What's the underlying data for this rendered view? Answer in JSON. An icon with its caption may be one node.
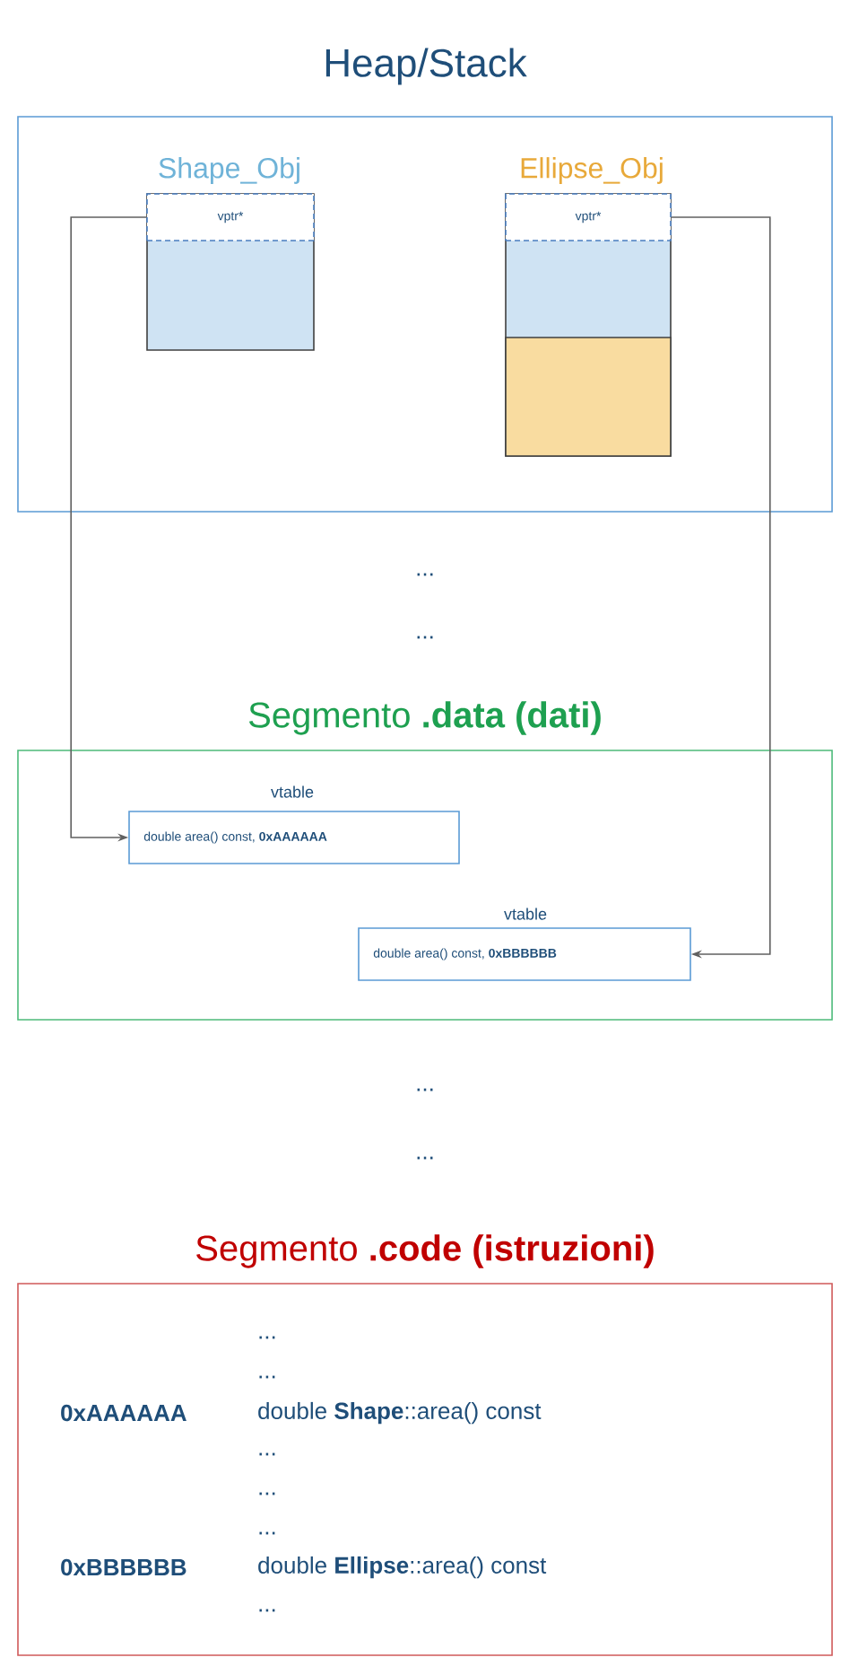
{
  "diagram": {
    "nodes": [
      {
        "text": [
          "Heap/Stack"
        ]
      },
      {
        "text": [
          "Shape_Obj"
        ],
        "in": 0
      },
      {
        "text": [
          "vptr*"
        ],
        "in": 1
      },
      {
        "text": [
          "Ellipse_Obj"
        ],
        "in": 0
      },
      {
        "text": [
          "vptr*"
        ],
        "in": 3
      },
      {
        "text": [
          "Segmento **.data (dati)**"
        ]
      },
      {
        "text": [
          "vtable",
          "double area() const, **0xAAAAAA**"
        ],
        "in": 5
      },
      {
        "text": [
          "vtable",
          "double area() const, **0xBBBBBB**"
        ],
        "in": 5
      },
      {
        "text": [
          "Segmento **.code (istruzioni)**"
        ]
      }
    ],
    "edges": [
      {
        "from": 2,
        "to": 6,
        "arrow": "to"
      },
      {
        "from": 4,
        "to": 7,
        "arrow": "to"
      }
    ],
    "labels": [
      "...",
      "...",
      "...",
      "...",
      "...",
      "...",
      "0xAAAAAA",
      "double **Shape**::area() const",
      "...",
      "...",
      "...",
      "0xBBBBBB",
      "double **Ellipse**::area() const",
      "..."
    ]
  }
}
